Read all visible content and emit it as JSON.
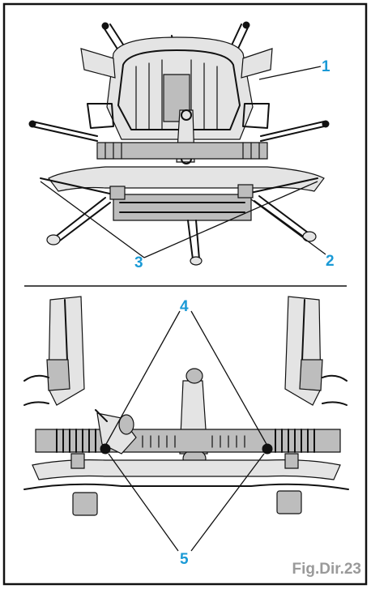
{
  "callouts": {
    "c1": "1",
    "c2": "2",
    "c3": "3",
    "c4": "4",
    "c5": "5"
  },
  "caption": "Fig.Dir.23",
  "colors": {
    "callout": "#1a9ad6",
    "caption": "#9a9a9a",
    "frame": "#111111"
  }
}
